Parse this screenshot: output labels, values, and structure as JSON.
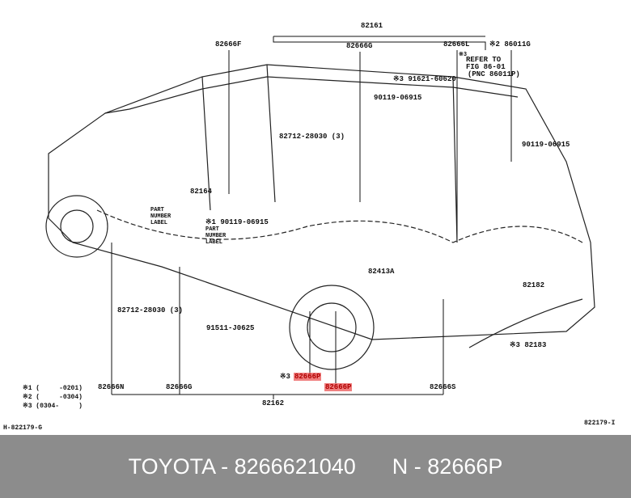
{
  "callouts": {
    "c82161": "82161",
    "c82666F": "82666F",
    "c82666G_top": "82666G",
    "c82666L": "82666L",
    "c86011G": "※2 86011G",
    "refer1": "※3",
    "refer2": "REFER TO",
    "refer3": "FIG 86-01",
    "refer4": "(PNC 86011P)",
    "c91621": "※3 91621-60620",
    "c90119a": "90119-06915",
    "c82712a": "82712-28030 (3)",
    "c90119b": "90119-06915",
    "c82164": "82164",
    "pnl1a": "PART",
    "pnl1b": "NUMBER",
    "pnl1c": "LABEL",
    "pnl2a": "PART",
    "pnl2b": "NUMBER",
    "pnl2c": "LABEL",
    "c90119c": "※1 90119-06915",
    "c82413A": "82413A",
    "c82182": "82182",
    "c82712b": "82712-28030 (3)",
    "c91511": "91511-J0625",
    "c82183": "※3 82183",
    "c82666P_pre": "※3",
    "c82666P_a": "82666P",
    "c82666P_b": "82666P",
    "c82666N": "82666N",
    "c82666G_bot": "82666G",
    "c82666S": "82666S",
    "c82162": "82162"
  },
  "footnotes": [
    "※1 (     -0201)",
    "※2 (     -0304)",
    "※3 (0304-     )"
  ],
  "figure_id_left": "H-822179-G",
  "figure_id_right": "822179-I",
  "footer": {
    "brand": "TOYOTA - 8266621040",
    "sep": "      ",
    "part": "N - 82666P"
  },
  "colors": {
    "highlight": "#f08080",
    "footer_bg": "#8c8c8c"
  }
}
